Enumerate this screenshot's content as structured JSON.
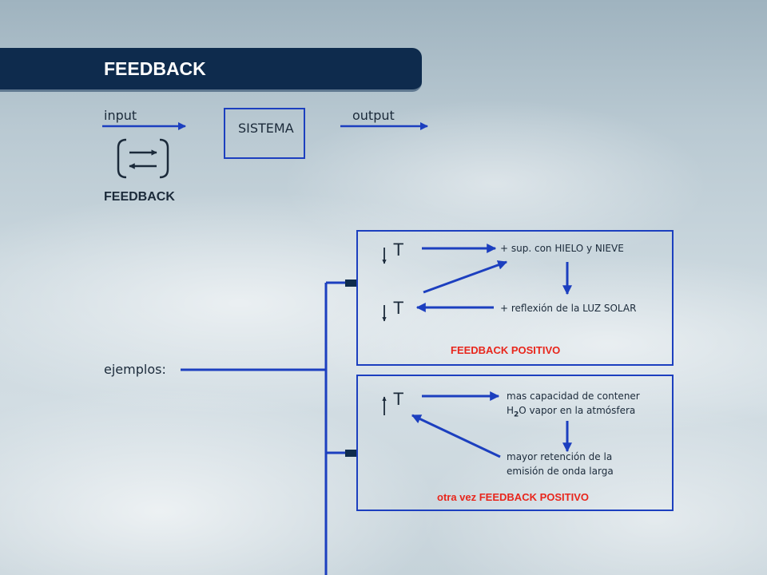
{
  "header": {
    "title": "FEEDBACK"
  },
  "system_diagram": {
    "input_label": "input",
    "output_label": "output",
    "system_label": "SISTEMA",
    "feedback_label": "FEEDBACK"
  },
  "examples_label": "ejemplos:",
  "example1": {
    "top_T": "T",
    "bottom_T": "T",
    "effect1": "+ sup. con HIELO y NIEVE",
    "effect2": "+ reflexión de la LUZ SOLAR",
    "conclusion": "FEEDBACK POSITIVO"
  },
  "example2": {
    "T": "T",
    "effect1_line1": "mas capacidad de contener",
    "effect1_h": "H",
    "effect1_sub": "2",
    "effect1_rest": "O vapor en la atmósfera",
    "effect2_line1": "mayor retención de la",
    "effect2_line2": "emisión de onda larga",
    "conclusion": "otra vez FEEDBACK POSITIVO"
  },
  "colors": {
    "banner": "#0e2b4d",
    "arrow_blue": "#1c3fbf",
    "accent_red": "#e8261c"
  }
}
